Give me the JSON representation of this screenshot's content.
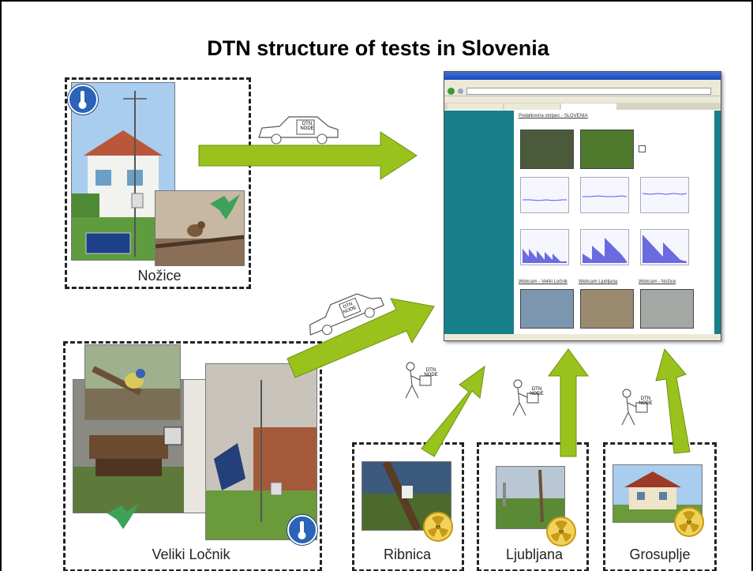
{
  "title": "DTN structure of tests in Slovenia",
  "sites": {
    "nozice": "Nožice",
    "veliki_locnik": "Veliki Ločnik",
    "ribnica": "Ribnica",
    "ljubljana": "Ljubljana",
    "grosuplje": "Grosuplje"
  },
  "dtn_node": {
    "line1": "DTN",
    "line2": "NODE"
  },
  "browser": {
    "heading": "Podatkovna stolpec - SLOVENIA",
    "webcam1": "Webcam - Veliki Ločnik",
    "webcam2": "Webcam Ljubljana",
    "webcam3": "Webcam - Nožice"
  },
  "colors": {
    "arrow": "#99c21c",
    "arrow_edge": "#6f8f10",
    "sidebar": "#177f8a"
  },
  "icons": [
    "thermometer-icon",
    "bird-icon",
    "radiation-icon",
    "car-icon",
    "walking-person-icon"
  ]
}
